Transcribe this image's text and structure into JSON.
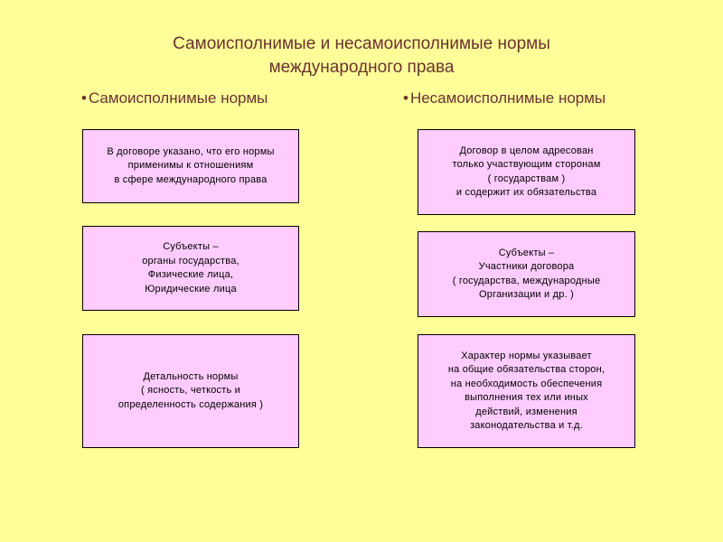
{
  "title": {
    "line1": "Самоисполнимые и несамоисполнимые нормы",
    "line2": "международного права"
  },
  "left_column": {
    "bullet": "•",
    "heading": "Самоисполнимые нормы",
    "boxes": [
      [
        "В договоре указано, что его нормы",
        "применимы к отношениям",
        "в сфере международного права"
      ],
      [
        "Субъекты –",
        "органы государства,",
        "Физические лица,",
        "Юридические лица"
      ],
      [
        "Детальность нормы",
        "( ясность,  четкость и",
        "определенность содержания )"
      ]
    ]
  },
  "right_column": {
    "bullet": "•",
    "heading": "Несамоисполнимые нормы",
    "boxes": [
      [
        "Договор в целом адресован",
        "только участвующим сторонам",
        "( государствам )",
        "и содержит их обязательства"
      ],
      [
        "Субъекты –",
        "Участники договора",
        "( государства, международные",
        "Организации и др. )"
      ],
      [
        "Характер нормы указывает",
        "на общие обязательства сторон,",
        "на необходимость обеспечения",
        "выполнения тех или иных",
        "действий, изменения",
        "законодательства и т.д."
      ]
    ]
  }
}
